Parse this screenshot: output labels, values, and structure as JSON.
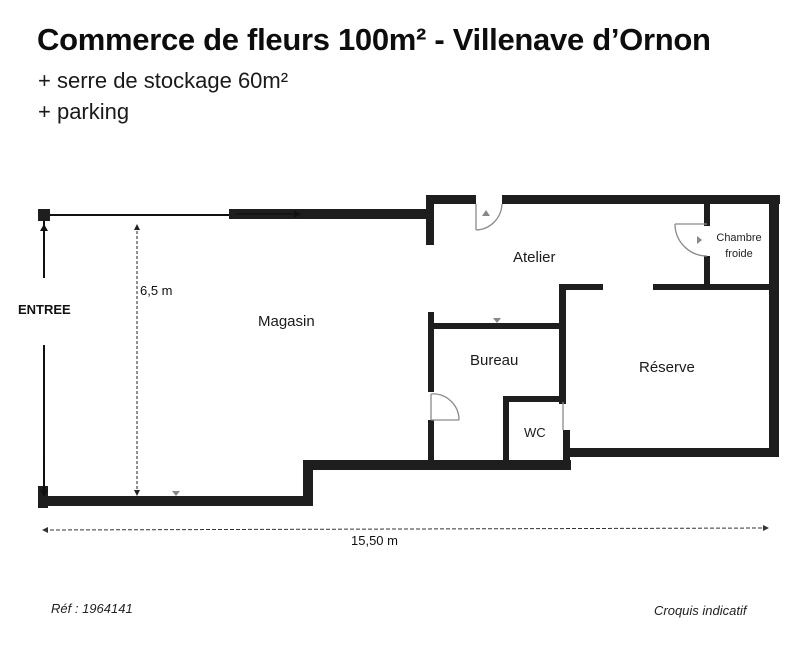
{
  "header": {
    "title": "Commerce de fleurs 100m² - Villenave d’Ornon",
    "lines": [
      "+ serre de stockage 60m²",
      "+ parking"
    ]
  },
  "plan": {
    "entrance_label": "ENTREE",
    "rooms": {
      "magasin": "Magasin",
      "atelier": "Atelier",
      "chambre_froide_line1": "Chambre",
      "chambre_froide_line2": "froide",
      "bureau": "Bureau",
      "wc": "WC",
      "reserve": "Réserve"
    },
    "dimensions": {
      "depth": "6,5 m",
      "width": "15,50 m"
    },
    "colors": {
      "wall": "#1e1e1e",
      "door": "#8a8a8a",
      "background": "#ffffff"
    }
  },
  "footer": {
    "reference": "Réf : 1964141",
    "note": "Croquis indicatif"
  }
}
